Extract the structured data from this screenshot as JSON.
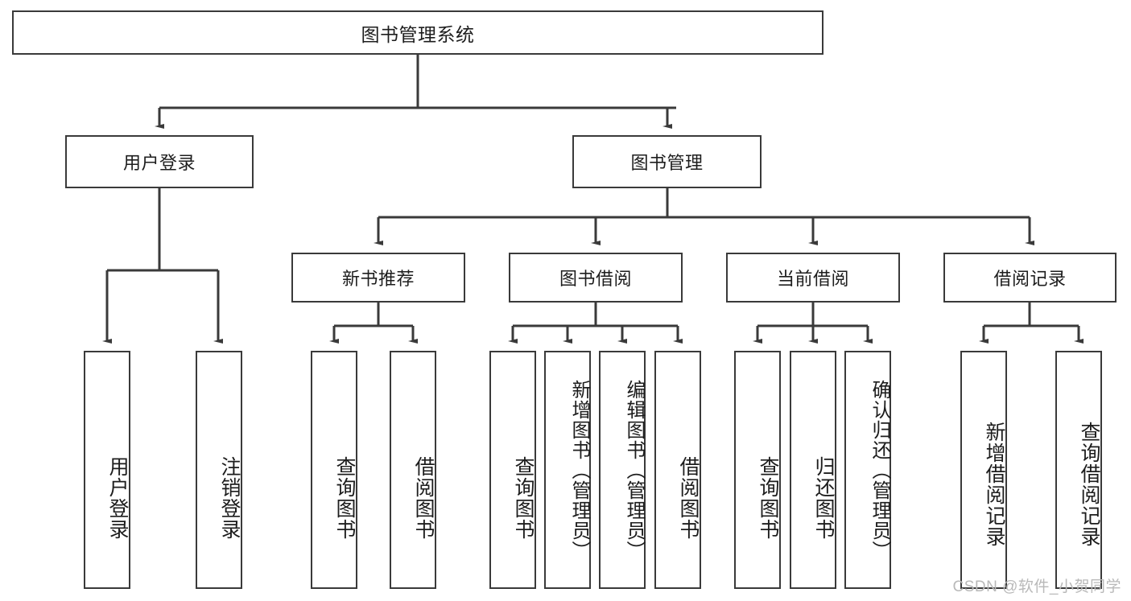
{
  "diagram": {
    "title": "图书管理系统",
    "type": "tree-hierarchy-flowchart",
    "watermark": "CSDN @软件_小贺同学",
    "colors": {
      "border": "#3a3a3a",
      "text": "#1d1d1d",
      "background": "#ffffff",
      "connector": "#3a3a3a",
      "watermark": "#b9b9b9"
    },
    "root": {
      "label": "图书管理系统"
    },
    "level2": [
      {
        "label": "用户登录"
      },
      {
        "label": "图书管理"
      }
    ],
    "level3": [
      {
        "label": "新书推荐"
      },
      {
        "label": "图书借阅"
      },
      {
        "label": "当前借阅"
      },
      {
        "label": "借阅记录"
      }
    ],
    "leaves": {
      "user_login": [
        {
          "label": "用户登录"
        },
        {
          "label": "注销登录"
        }
      ],
      "new_book_recommend": [
        {
          "label": "查询图书"
        },
        {
          "label": "借阅图书"
        }
      ],
      "book_borrow": [
        {
          "label": "查询图书"
        },
        {
          "label": "新增图书（管理员）"
        },
        {
          "label": "编辑图书（管理员）"
        },
        {
          "label": "借阅图书"
        }
      ],
      "current_borrow": [
        {
          "label": "查询图书"
        },
        {
          "label": "归还图书"
        },
        {
          "label": "确认归还（管理员）"
        }
      ],
      "borrow_record": [
        {
          "label": "新增借阅记录"
        },
        {
          "label": "查询借阅记录"
        }
      ]
    }
  }
}
